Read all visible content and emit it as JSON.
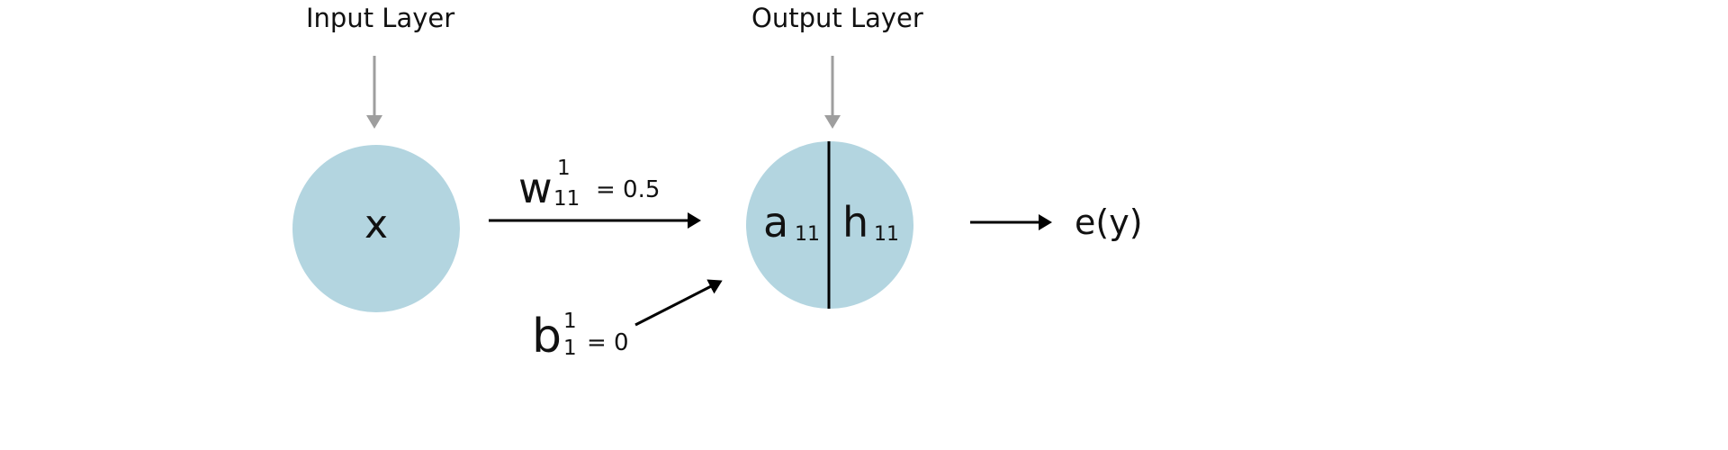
{
  "labels": {
    "input_layer": "Input Layer",
    "output_layer": "Output Layer"
  },
  "input_node": {
    "label": "x"
  },
  "weight": {
    "symbol": "w",
    "superscript": "1",
    "subscript": "11",
    "value_text": "= 0.5"
  },
  "bias": {
    "symbol": "b",
    "superscript": "1",
    "subscript": "1",
    "value_text": "= 0"
  },
  "output_node": {
    "pre_activation": {
      "symbol": "a",
      "subscript": "11"
    },
    "activation": {
      "symbol": "h",
      "subscript": "11"
    }
  },
  "output": {
    "label": "e(y)"
  },
  "colors": {
    "node_fill": "#b3d5e0",
    "pointer_arrow": "#9e9e9e",
    "edge": "#000000"
  }
}
